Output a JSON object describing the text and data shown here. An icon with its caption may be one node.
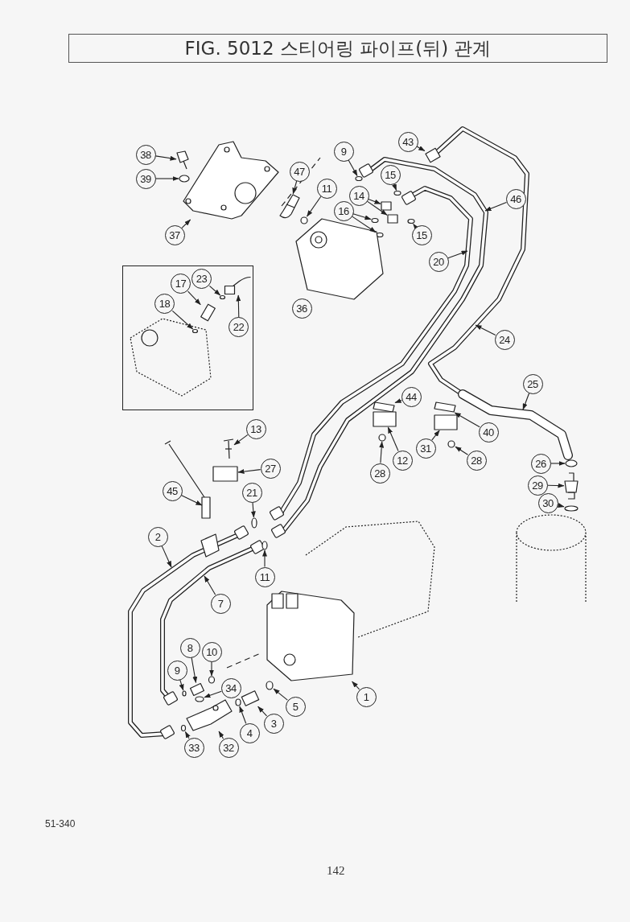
{
  "diagram": {
    "title": "FIG. 5012 스티어링 파이프(뒤) 관계",
    "nodes": [
      {
        "text": [
          "43"
        ]
      },
      {
        "text": [
          "9"
        ]
      },
      {
        "text": [
          "38"
        ]
      },
      {
        "text": [
          "47"
        ]
      },
      {
        "text": [
          "15"
        ]
      },
      {
        "text": [
          "39"
        ]
      },
      {
        "text": [
          "11"
        ]
      },
      {
        "text": [
          "14"
        ]
      },
      {
        "text": [
          "46"
        ]
      },
      {
        "text": [
          "16"
        ]
      },
      {
        "text": [
          "37"
        ]
      },
      {
        "text": [
          "15"
        ]
      },
      {
        "text": [
          "20"
        ]
      },
      {
        "text": [],
        "shape": "box"
      },
      {
        "text": [
          "23"
        ],
        "in": 13
      },
      {
        "text": [
          "17"
        ],
        "in": 13
      },
      {
        "text": [
          "18"
        ],
        "in": 13
      },
      {
        "text": [
          "36"
        ]
      },
      {
        "text": [
          "22"
        ],
        "in": 13
      },
      {
        "text": [
          "24"
        ]
      },
      {
        "text": [
          "25"
        ]
      },
      {
        "text": [
          "44"
        ]
      },
      {
        "text": [
          "13"
        ]
      },
      {
        "text": [
          "40"
        ]
      },
      {
        "text": [
          "31"
        ]
      },
      {
        "text": [
          "12"
        ]
      },
      {
        "text": [
          "28"
        ]
      },
      {
        "text": [
          "28"
        ]
      },
      {
        "text": [
          "26"
        ]
      },
      {
        "text": [
          "27"
        ]
      },
      {
        "text": [
          "29"
        ]
      },
      {
        "text": [
          "45"
        ]
      },
      {
        "text": [
          "21"
        ]
      },
      {
        "text": [
          "30"
        ]
      },
      {
        "text": [
          "2"
        ]
      },
      {
        "text": [
          "11"
        ]
      },
      {
        "text": [
          "7"
        ]
      },
      {
        "text": [
          "8"
        ]
      },
      {
        "text": [
          "10"
        ]
      },
      {
        "text": [
          "9"
        ]
      },
      {
        "text": [
          "34"
        ]
      },
      {
        "text": [
          "1"
        ]
      },
      {
        "text": [
          "5"
        ]
      },
      {
        "text": [
          "3"
        ]
      },
      {
        "text": [
          "4"
        ]
      },
      {
        "text": [
          "33"
        ]
      },
      {
        "text": [
          "32"
        ]
      },
      {
        "text": [],
        "shape": "box"
      },
      {
        "text": [],
        "shape": "circle"
      },
      {
        "text": [],
        "shape": "picture"
      },
      {
        "text": [],
        "shape": "picture"
      },
      {
        "text": [],
        "shape": "circle"
      },
      {
        "text": [],
        "shape": "circle"
      },
      {
        "text": [],
        "shape": "circle"
      },
      {
        "text": [],
        "shape": "box"
      },
      {
        "text": [],
        "shape": "box"
      },
      {
        "text": [],
        "shape": "circle"
      },
      {
        "text": [],
        "shape": "circle"
      },
      {
        "text": [],
        "shape": "picture"
      },
      {
        "text": [],
        "shape": "circle"
      },
      {
        "text": [],
        "shape": "circle",
        "in": 13
      },
      {
        "text": [],
        "shape": "box",
        "in": 13
      },
      {
        "text": [],
        "shape": "circle",
        "in": 13
      },
      {
        "text": [],
        "shape": "picture"
      },
      {
        "text": [],
        "shape": "picture",
        "in": 13
      },
      {
        "text": [],
        "shape": "box"
      },
      {
        "text": [],
        "shape": "picture"
      },
      {
        "text": [],
        "shape": "box"
      },
      {
        "text": [],
        "shape": "box"
      },
      {
        "text": [],
        "shape": "box"
      },
      {
        "text": [],
        "shape": "circle"
      },
      {
        "text": [],
        "shape": "circle"
      },
      {
        "text": [],
        "shape": "circle"
      },
      {
        "text": [],
        "shape": "box"
      },
      {
        "text": [],
        "shape": "picture"
      },
      {
        "text": [],
        "shape": "picture"
      },
      {
        "text": [],
        "shape": "circle"
      },
      {
        "text": [],
        "shape": "circle"
      },
      {
        "text": [],
        "shape": "circle"
      },
      {
        "text": [],
        "shape": "box"
      },
      {
        "text": [],
        "shape": "circle"
      },
      {
        "text": [],
        "shape": "circle"
      },
      {
        "text": [],
        "shape": "circle"
      },
      {
        "text": [],
        "shape": "picture"
      },
      {
        "text": [],
        "shape": "circle"
      },
      {
        "text": [],
        "shape": "box"
      },
      {
        "text": [],
        "shape": "circle"
      },
      {
        "text": [],
        "shape": "circle"
      },
      {
        "text": [],
        "shape": "picture"
      }
    ],
    "edges": [
      {
        "from": 0,
        "to": 47,
        "arrow": "to"
      },
      {
        "from": 1,
        "to": 48,
        "arrow": "to"
      },
      {
        "from": 2,
        "to": 49,
        "arrow": "to"
      },
      {
        "from": 3,
        "to": 50,
        "arrow": "to"
      },
      {
        "from": 4,
        "to": 51,
        "arrow": "to"
      },
      {
        "from": 5,
        "to": 52,
        "arrow": "to"
      },
      {
        "from": 6,
        "to": 53,
        "arrow": "to"
      },
      {
        "from": 7,
        "to": 54,
        "arrow": "to"
      },
      {
        "from": 7,
        "to": 55,
        "arrow": "to"
      },
      {
        "from": 8,
        "to": null,
        "arrow": "to"
      },
      {
        "from": 9,
        "to": 56,
        "arrow": "to"
      },
      {
        "from": 9,
        "to": 57,
        "arrow": "to"
      },
      {
        "from": 10,
        "to": 58,
        "arrow": "to"
      },
      {
        "from": 11,
        "to": 59,
        "arrow": "to"
      },
      {
        "from": 12,
        "to": null,
        "arrow": "to"
      },
      {
        "from": 14,
        "to": 60,
        "arrow": "to"
      },
      {
        "from": 15,
        "to": 61,
        "arrow": "to"
      },
      {
        "from": 16,
        "to": 62,
        "arrow": "to"
      },
      {
        "from": 17,
        "to": 63,
        "arrow": "to"
      },
      {
        "from": 18,
        "to": 64,
        "arrow": "to"
      },
      {
        "from": 19,
        "to": null,
        "arrow": "to"
      },
      {
        "from": 20,
        "to": null,
        "arrow": "to"
      },
      {
        "from": 21,
        "to": 65,
        "arrow": "to"
      },
      {
        "from": 22,
        "to": 66,
        "arrow": "to"
      },
      {
        "from": 23,
        "to": 67,
        "arrow": "to"
      },
      {
        "from": 24,
        "to": 68,
        "arrow": "to"
      },
      {
        "from": 25,
        "to": 69,
        "arrow": "to"
      },
      {
        "from": 26,
        "to": 70,
        "arrow": "to"
      },
      {
        "from": 27,
        "to": 71,
        "arrow": "to"
      },
      {
        "from": 28,
        "to": 72,
        "arrow": "to"
      },
      {
        "from": 29,
        "to": 73,
        "arrow": "to"
      },
      {
        "from": 30,
        "to": 74,
        "arrow": "to"
      },
      {
        "from": 31,
        "to": 75,
        "arrow": "to"
      },
      {
        "from": 32,
        "to": 76,
        "arrow": "to"
      },
      {
        "from": 33,
        "to": 77,
        "arrow": "to"
      },
      {
        "from": 34,
        "to": null,
        "arrow": "to"
      },
      {
        "from": 35,
        "to": 78,
        "arrow": "to"
      },
      {
        "from": 36,
        "to": null,
        "arrow": "to"
      },
      {
        "from": 37,
        "to": 79,
        "arrow": "to"
      },
      {
        "from": 38,
        "to": 80,
        "arrow": "to"
      },
      {
        "from": 39,
        "to": 81,
        "arrow": "to"
      },
      {
        "from": 40,
        "to": 82,
        "arrow": "to"
      },
      {
        "from": 41,
        "to": 83,
        "arrow": "to"
      },
      {
        "from": 42,
        "to": 84,
        "arrow": "to"
      },
      {
        "from": 43,
        "to": 85,
        "arrow": "to"
      },
      {
        "from": 44,
        "to": 86,
        "arrow": "to"
      },
      {
        "from": 45,
        "to": 87,
        "arrow": "to"
      },
      {
        "from": 46,
        "to": 88,
        "arrow": "to"
      }
    ],
    "labels": [
      "51-340",
      "142"
    ]
  }
}
